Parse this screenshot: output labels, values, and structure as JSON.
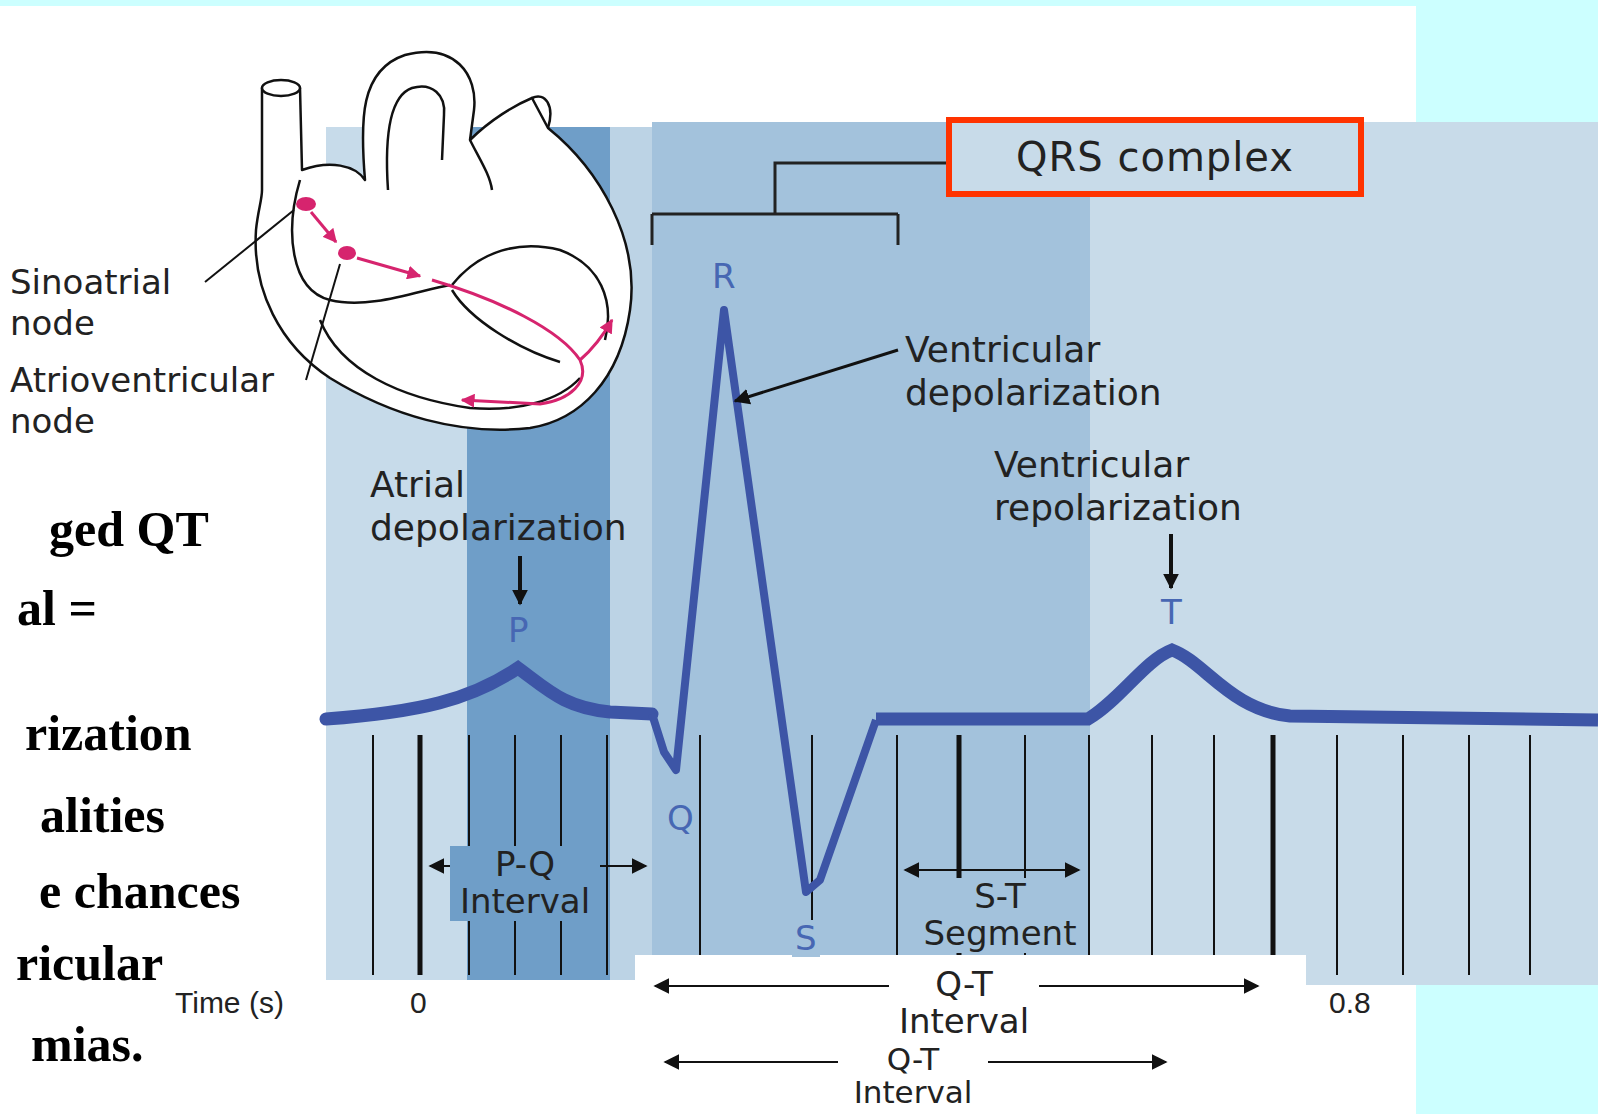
{
  "diagram": {
    "nodes": [
      {
        "text": [
          "QRS complex"
        ]
      }
    ],
    "labels": [
      "Sinoatrial node",
      "Atrioventricular node",
      "R",
      "Ventricular depolarization",
      "ged QT",
      "al =",
      "Atrial depolarization",
      "Ventricular repolarization",
      "P",
      "T",
      "rization",
      "alities",
      "Q",
      "P-Q Interval",
      "S-T Segment",
      "e chances",
      "S",
      "ricular",
      "Time (s)",
      "0",
      "0.8",
      "Q-T Interval",
      "Q-T Interval",
      "mias."
    ]
  }
}
